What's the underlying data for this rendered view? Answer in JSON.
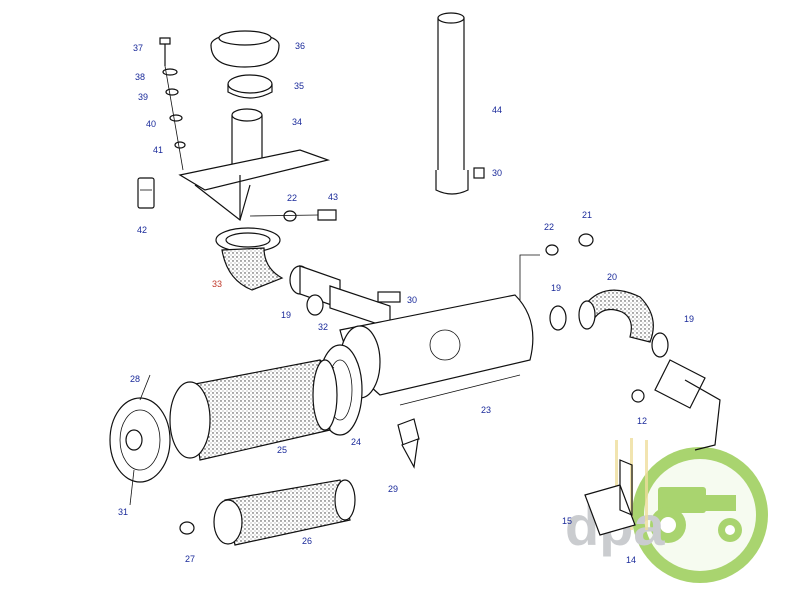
{
  "part_labels": [
    {
      "id": "37",
      "text": "37"
    },
    {
      "id": "38",
      "text": "38"
    },
    {
      "id": "39",
      "text": "39"
    },
    {
      "id": "40",
      "text": "40"
    },
    {
      "id": "41",
      "text": "41"
    },
    {
      "id": "42",
      "text": "42"
    },
    {
      "id": "36",
      "text": "36"
    },
    {
      "id": "35",
      "text": "35"
    },
    {
      "id": "34",
      "text": "34"
    },
    {
      "id": "22a",
      "text": "22"
    },
    {
      "id": "43",
      "text": "43"
    },
    {
      "id": "44",
      "text": "44"
    },
    {
      "id": "30a",
      "text": "30"
    },
    {
      "id": "22b",
      "text": "22"
    },
    {
      "id": "21",
      "text": "21"
    },
    {
      "id": "19a",
      "text": "19"
    },
    {
      "id": "32",
      "text": "32"
    },
    {
      "id": "30b",
      "text": "30"
    },
    {
      "id": "19b",
      "text": "19"
    },
    {
      "id": "20",
      "text": "20"
    },
    {
      "id": "19c",
      "text": "19"
    },
    {
      "id": "28",
      "text": "28"
    },
    {
      "id": "25",
      "text": "25"
    },
    {
      "id": "24",
      "text": "24"
    },
    {
      "id": "23",
      "text": "23"
    },
    {
      "id": "12",
      "text": "12"
    },
    {
      "id": "31",
      "text": "31"
    },
    {
      "id": "29",
      "text": "29"
    },
    {
      "id": "26",
      "text": "26"
    },
    {
      "id": "27",
      "text": "27"
    },
    {
      "id": "15",
      "text": "15"
    },
    {
      "id": "14",
      "text": "14"
    },
    {
      "id": "33",
      "text": "33"
    }
  ],
  "watermark": {
    "text": "dpa",
    "green": "#8dc63f",
    "gray": "#b9bcc0"
  }
}
